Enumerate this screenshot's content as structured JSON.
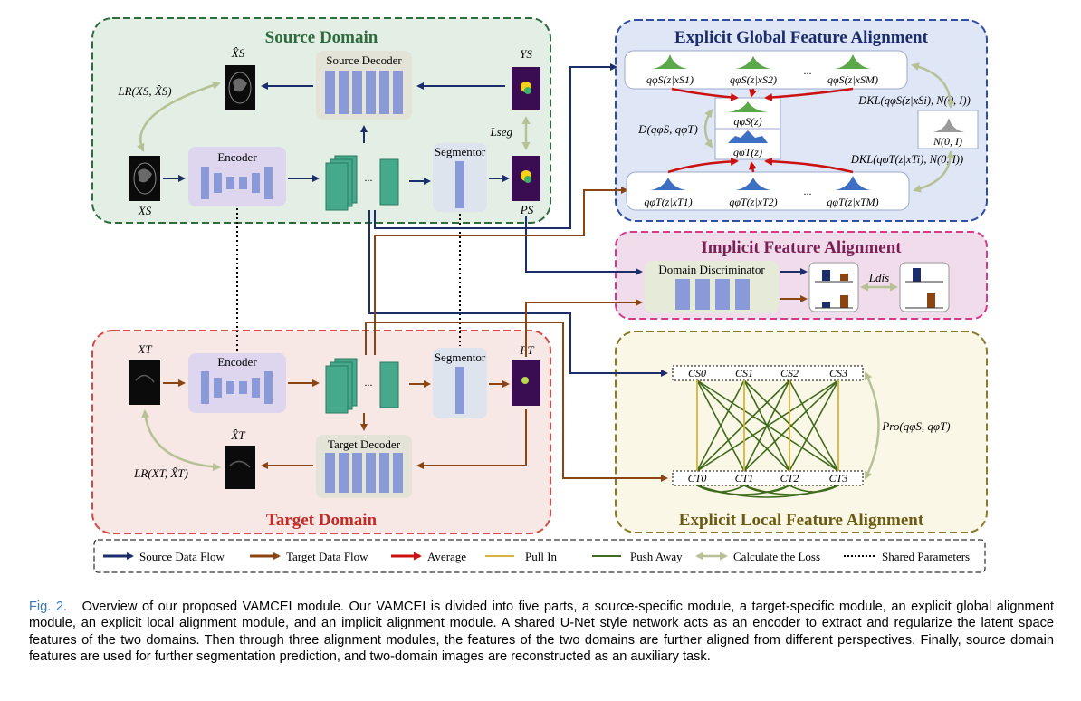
{
  "panels": {
    "source_domain": "Source Domain",
    "target_domain": "Target Domain",
    "explicit_global": "Explicit Global Feature Alignment",
    "implicit": "Implicit Feature Alignment",
    "explicit_local": "Explicit Local Feature Alignment"
  },
  "modules": {
    "source_decoder": "Source Decoder",
    "target_decoder": "Target Decoder",
    "encoder": "Encoder",
    "segmentor": "Segmentor",
    "domain_discriminator": "Domain Discriminator"
  },
  "math": {
    "x_hat_s": "X̂S",
    "x_s": "XS",
    "y_s": "YS",
    "p_s": "PS",
    "l_seg": "Lseg",
    "l_r_source": "LR(XS, X̂S)",
    "x_t": "XT",
    "x_hat_t": "X̂T",
    "p_t": "PT",
    "l_r_target": "LR(XT, X̂T)",
    "l_dis": "Ldis",
    "q_s_items": [
      "qφS(z|xS1)",
      "qφS(z|xS2)",
      "qφS(z|xSM)"
    ],
    "q_t_items": [
      "qφT(z|xT1)",
      "qφT(z|xT2)",
      "qφT(z|xTM)"
    ],
    "q_s_avg": "qφS(z)",
    "q_t_avg": "qφT(z)",
    "d_qs_qt": "D(qφS, qφT)",
    "dkl_s": "DKL(qφS(z|xSi), N(0, I))",
    "dkl_t": "DKL(qφT(z|xTi), N(0, I))",
    "normal": "N(0, I)",
    "ellipsis": "...",
    "cs": [
      "CS0",
      "CS1",
      "CS2",
      "CS3"
    ],
    "ct": [
      "CT0",
      "CT1",
      "CT2",
      "CT3"
    ],
    "pro": "Pro(qφS, qφT)"
  },
  "legend": [
    {
      "label": "Source Data Flow",
      "color": "#1c2d6b"
    },
    {
      "label": "Target Data Flow",
      "color": "#8b4513"
    },
    {
      "label": "Average",
      "color": "#cc1111"
    },
    {
      "label": "Pull In",
      "color": "#d4b43a"
    },
    {
      "label": "Push Away",
      "color": "#3f6b1f"
    },
    {
      "label": "Calculate the Loss",
      "color": "#b6c196"
    },
    {
      "label": "Shared Parameters",
      "color": "#000000"
    }
  ],
  "caption": {
    "figure_label": "Fig. 2.",
    "text": "Overview of our proposed VAMCEI module. Our VAMCEI is divided into five parts, a source-specific module, a target-specific module, an explicit global alignment module, an explicit local alignment module, and an implicit alignment module. A shared U-Net style network acts as an encoder to extract and regularize the latent space features of the two domains. Then through three alignment modules, the features of the two domains are further aligned from different perspectives. Finally, source domain features are used for further segmentation prediction, and two-domain images are reconstructed as an auxiliary task."
  }
}
